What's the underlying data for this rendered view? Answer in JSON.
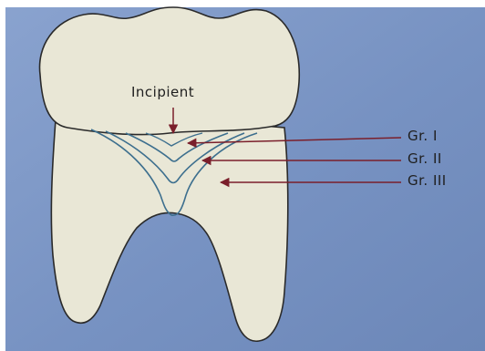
{
  "labels": {
    "incipient": "Incipient",
    "grade_1": "Gr. I",
    "grade_2": "Gr. II",
    "grade_3": "Gr. III"
  },
  "colors": {
    "background": "#7b96c4",
    "tooth_fill": "#e9e7d6",
    "tooth_outline": "#2a2a2a",
    "lesion_line": "#3d6f8e",
    "arrow": "#7a1f2b",
    "text": "#1f1f1f"
  }
}
